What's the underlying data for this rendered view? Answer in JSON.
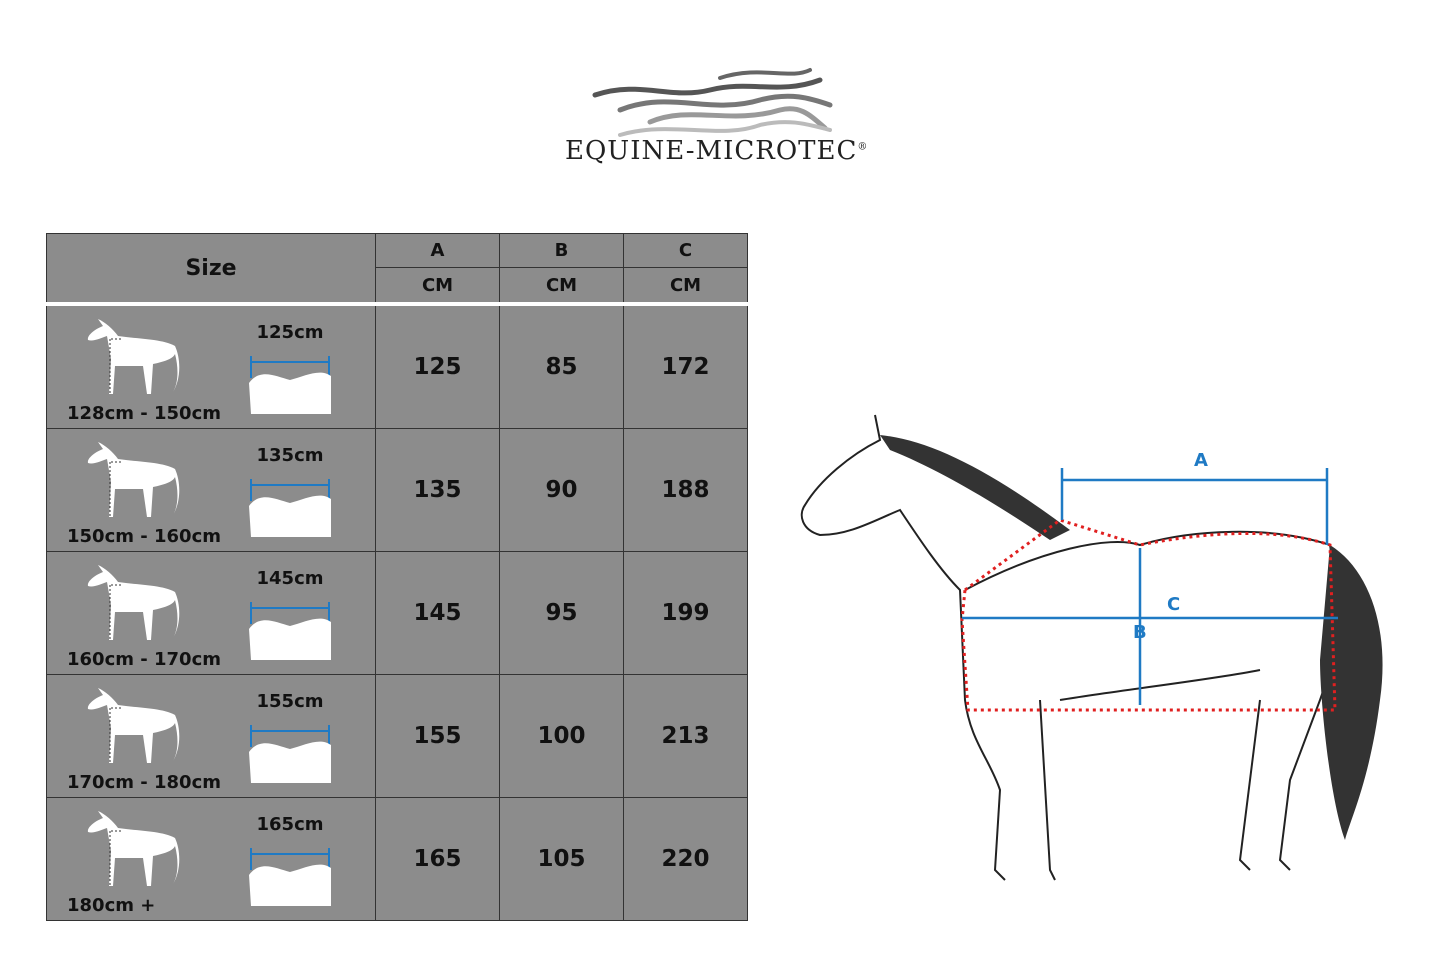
{
  "brand": {
    "name": "EQUINE-MICROTEC",
    "mark": "®"
  },
  "table": {
    "size_header": "Size",
    "columns": [
      {
        "letter": "A",
        "unit": "CM"
      },
      {
        "letter": "B",
        "unit": "CM"
      },
      {
        "letter": "C",
        "unit": "CM"
      }
    ],
    "rows": [
      {
        "range": "128cm - 150cm",
        "rug_width": "125cm",
        "a": "125",
        "b": "85",
        "c": "172"
      },
      {
        "range": "150cm - 160cm",
        "rug_width": "135cm",
        "a": "135",
        "b": "90",
        "c": "188"
      },
      {
        "range": "160cm - 170cm",
        "rug_width": "145cm",
        "a": "145",
        "b": "95",
        "c": "199"
      },
      {
        "range": "170cm - 180cm",
        "rug_width": "155cm",
        "a": "155",
        "b": "100",
        "c": "213"
      },
      {
        "range": "180cm +",
        "rug_width": "165cm",
        "a": "165",
        "b": "105",
        "c": "220"
      }
    ]
  },
  "diagram": {
    "label_a": "A",
    "label_b": "B",
    "label_c": "C",
    "accent": "#1f7ac4",
    "outline": "#e02020"
  }
}
